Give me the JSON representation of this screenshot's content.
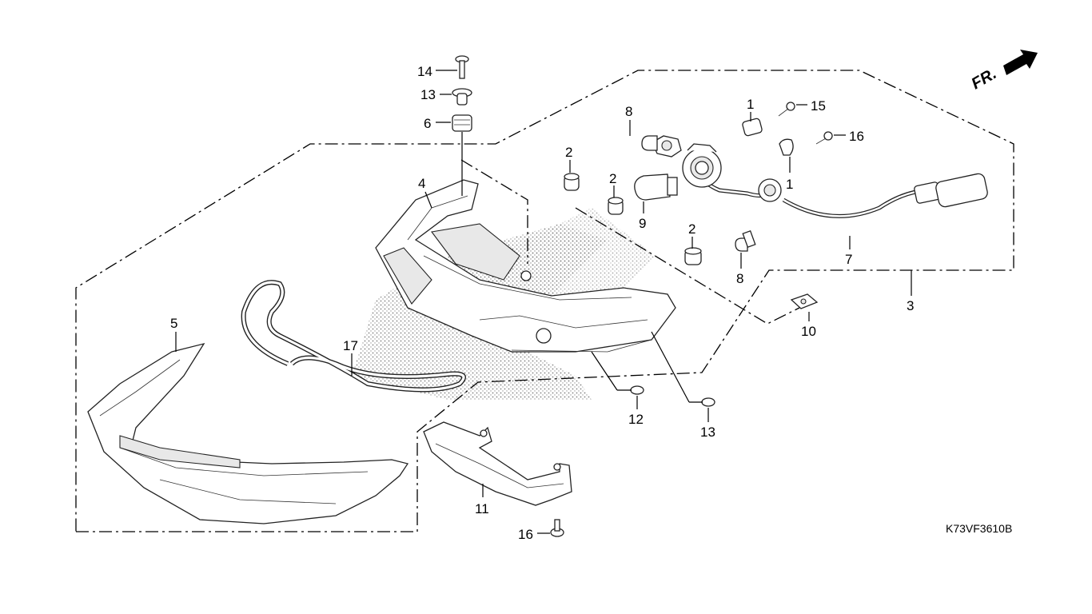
{
  "diagram": {
    "drawing_code": "K73VF3610B",
    "direction_label": "FR.",
    "callouts": [
      {
        "id": "c1a",
        "num": "1"
      },
      {
        "id": "c1b",
        "num": "1"
      },
      {
        "id": "c2a",
        "num": "2"
      },
      {
        "id": "c2b",
        "num": "2"
      },
      {
        "id": "c2c",
        "num": "2"
      },
      {
        "id": "c3",
        "num": "3"
      },
      {
        "id": "c4",
        "num": "4"
      },
      {
        "id": "c5",
        "num": "5"
      },
      {
        "id": "c6",
        "num": "6"
      },
      {
        "id": "c7",
        "num": "7"
      },
      {
        "id": "c8a",
        "num": "8"
      },
      {
        "id": "c8b",
        "num": "8"
      },
      {
        "id": "c9",
        "num": "9"
      },
      {
        "id": "c10",
        "num": "10"
      },
      {
        "id": "c11",
        "num": "11"
      },
      {
        "id": "c12",
        "num": "12"
      },
      {
        "id": "c13a",
        "num": "13"
      },
      {
        "id": "c13b",
        "num": "13"
      },
      {
        "id": "c14",
        "num": "14"
      },
      {
        "id": "c15",
        "num": "15"
      },
      {
        "id": "c16a",
        "num": "16"
      },
      {
        "id": "c16b",
        "num": "16"
      },
      {
        "id": "c17",
        "num": "17"
      }
    ]
  }
}
